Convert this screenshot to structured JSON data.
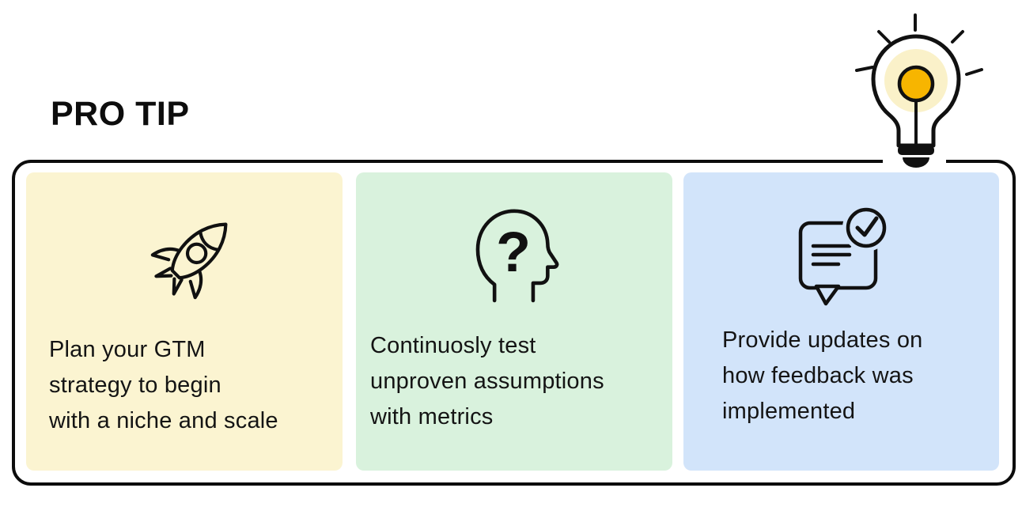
{
  "title": "PRO TIP",
  "colors": {
    "ink": "#0D0D0D",
    "card_yellow": "#FBF4D1",
    "card_green": "#D9F2DD",
    "card_blue": "#D2E4FA",
    "bulb_glow": "#FAF1C9",
    "bulb_yellow": "#F7B500",
    "bulb_body": "#FFFFFF"
  },
  "lightbulb": {
    "icon": "lightbulb-idea-icon"
  },
  "cards": [
    {
      "icon": "rocket-icon",
      "color": "#FBF4D1",
      "lines": [
        "Plan your GTM",
        "strategy to begin",
        "with a niche and scale"
      ]
    },
    {
      "icon": "thinking-head-question-icon",
      "color": "#D9F2DD",
      "lines": [
        "Continuosly test",
        "unproven assumptions",
        "with metrics"
      ]
    },
    {
      "icon": "feedback-message-check-icon",
      "color": "#D2E4FA",
      "lines": [
        "Provide updates on",
        "how feedback was",
        "implemented"
      ]
    }
  ]
}
